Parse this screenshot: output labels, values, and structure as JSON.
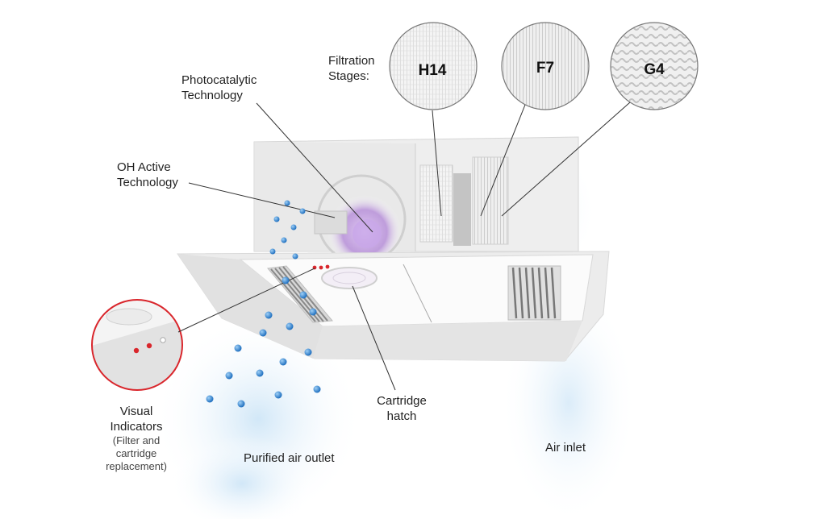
{
  "labels": {
    "filtration_stages_line1": "Filtration",
    "filtration_stages_line2": "Stages:",
    "photocatalytic_line1": "Photocatalytic",
    "photocatalytic_line2": "Technology",
    "oh_active_line1": "OH Active",
    "oh_active_line2": "Technology",
    "visual_indicators_line1": "Visual",
    "visual_indicators_line2": "Indicators",
    "visual_indicators_note1": "(Filter and",
    "visual_indicators_note2": "cartridge",
    "visual_indicators_note3": "replacement)",
    "cartridge_hatch_line1": "Cartridge",
    "cartridge_hatch_line2": "hatch",
    "purified_air_outlet": "Purified air outlet",
    "air_inlet": "Air inlet"
  },
  "filters": [
    {
      "code": "H14"
    },
    {
      "code": "F7"
    },
    {
      "code": "G4"
    }
  ],
  "colors": {
    "indicator_red": "#d9262c",
    "air_particle_blue": "#3b8fd8",
    "air_glow": "#d6ebf8",
    "uv_purple": "#b48ad8",
    "unit_body": "#e7e7e7",
    "leader_line": "#333333"
  }
}
